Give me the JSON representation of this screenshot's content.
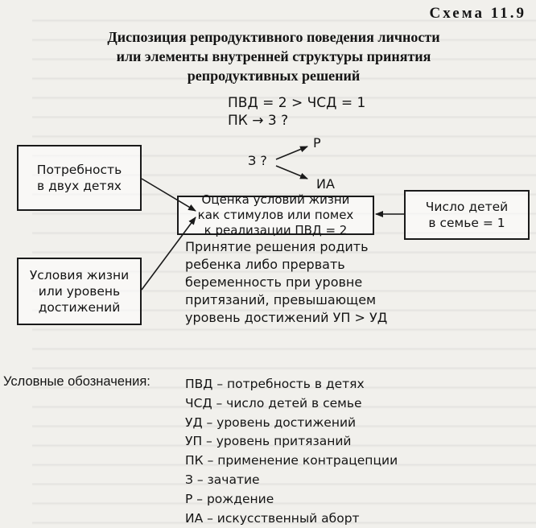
{
  "scheme_label": "Схема 11.9",
  "title_lines": [
    "Диспозиция репродуктивного поведения личности",
    "или элементы внутренней структуры принятия",
    "репродуктивных решений"
  ],
  "equations": [
    "ПВД = 2 > ЧСД = 1",
    "ПК → 3 ?"
  ],
  "branch": {
    "question": "З ?",
    "birth": "Р",
    "abortion": "ИА"
  },
  "boxes": {
    "need": [
      "Потребность",
      "в двух детях"
    ],
    "conditions": [
      "Условия жизни",
      "или уровень",
      "достижений"
    ],
    "evaluation": [
      "Оценка условий жизни",
      "как стимулов или помех",
      "к реализации ПВД = 2"
    ],
    "children": [
      "Число детей",
      "в семье = 1"
    ]
  },
  "decision_lines": [
    "Принятие решения родить",
    "ребенка либо прервать",
    "беременность при уровне",
    "притязаний, превышающем",
    "уровень достижений УП > УД"
  ],
  "legend_title": "Условные обозначения:",
  "legend": [
    "ПВД – потребность в детях",
    "ЧСД – число детей в семье",
    "УД – уровень достижений",
    "УП – уровень притязаний",
    "ПК – применение контрацепции",
    "З – зачатие",
    "Р – рождение",
    "ИА – искусственный аборт"
  ]
}
